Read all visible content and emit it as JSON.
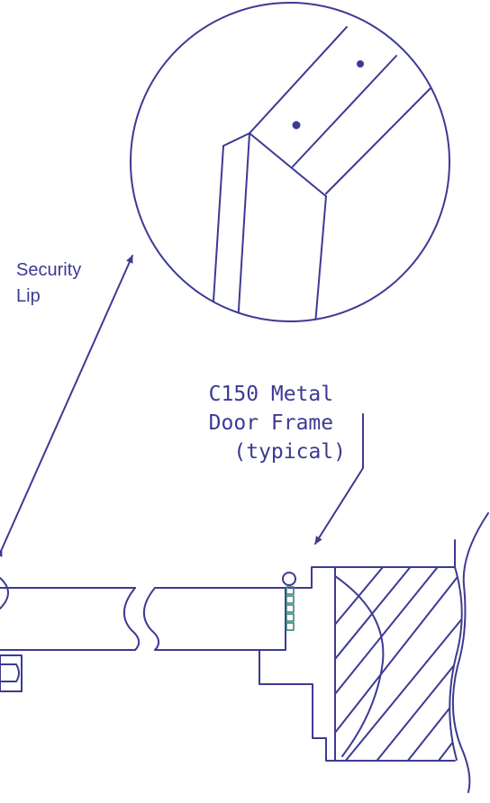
{
  "colors": {
    "line": "#3d3a93",
    "background": "#ffffff",
    "hinge": "#2f7f74"
  },
  "labels": {
    "security_lip": [
      "Security",
      "Lip"
    ],
    "frame": [
      "C150 Metal",
      "Door Frame",
      "(typical)"
    ]
  }
}
